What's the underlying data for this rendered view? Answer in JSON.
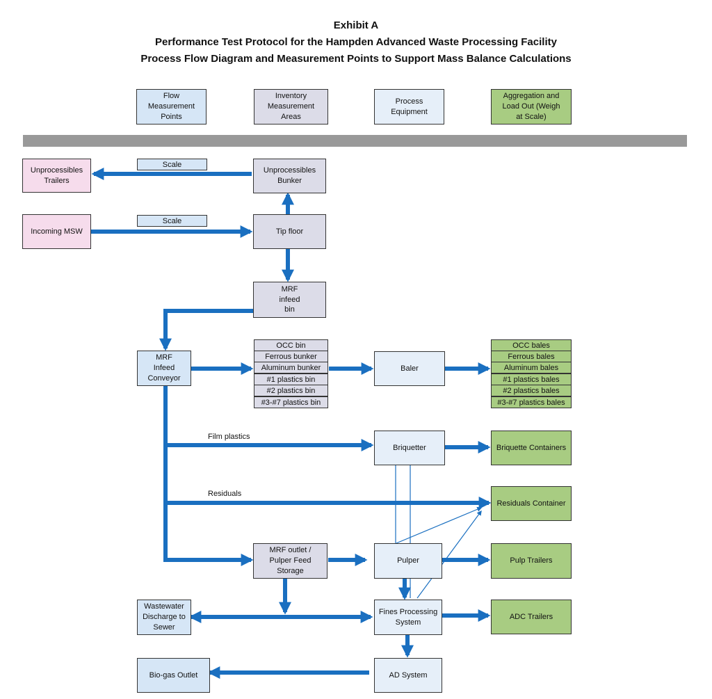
{
  "header": {
    "exhibit": "Exhibit A",
    "line1": "Performance Test Protocol for the Hampden Advanced Waste Processing Facility",
    "line2": "Process Flow Diagram and Measurement Points to Support Mass Balance Calculations"
  },
  "legend": {
    "flow": "Flow\nMeasurement\nPoints",
    "inventory": "Inventory\nMeasurement\nAreas",
    "equipment": "Process\nEquipment",
    "aggregation": "Aggregation and\nLoad Out      (Weigh\nat Scale)"
  },
  "nodes": {
    "unprocessibles_trailers": "Unprocessibles\nTrailers",
    "unprocessibles_bunker": "Unprocessibles\nBunker",
    "incoming_msw": "Incoming MSW",
    "tip_floor": "Tip floor",
    "mrf_infeed_bin": "MRF\ninfeed\nbin",
    "mrf_infeed_conveyor": "MRF\nInfeed\nConveyor",
    "baler": "Baler",
    "briquetter": "Briquetter",
    "briquette_containers": "Briquette Containers",
    "residuals_container": "Residuals Container",
    "mrf_outlet": "MRF outlet /\nPulper Feed\nStorage",
    "pulper": "Pulper",
    "pulp_trailers": "Pulp Trailers",
    "wastewater": "Wastewater\nDischarge to\nSewer",
    "fines": "Fines Processing\nSystem",
    "adc_trailers": "ADC Trailers",
    "biogas": "Bio-gas Outlet",
    "ad_system": "AD System"
  },
  "scale_labels": {
    "top": "Scale",
    "incoming": "Scale"
  },
  "edge_labels": {
    "film": "Film plastics",
    "residuals": "Residuals"
  },
  "bins": [
    "OCC bin",
    "Ferrous bunker",
    "Aluminum bunker",
    "#1 plastics bin",
    "#2 plastics bin",
    "#3-#7 plastics bin"
  ],
  "bales": [
    "OCC bales",
    "Ferrous bales",
    "Aluminum bales",
    "#1 plastics bales",
    "#2 plastics bales",
    "#3-#7 plastics bales"
  ],
  "colors": {
    "arrow": "#1a6fc0",
    "flow": "#d6e6f6",
    "inventory": "#dcdce8",
    "equipment": "#e6eff9",
    "aggregation": "#a8cc82",
    "pink": "#f6dcec"
  }
}
